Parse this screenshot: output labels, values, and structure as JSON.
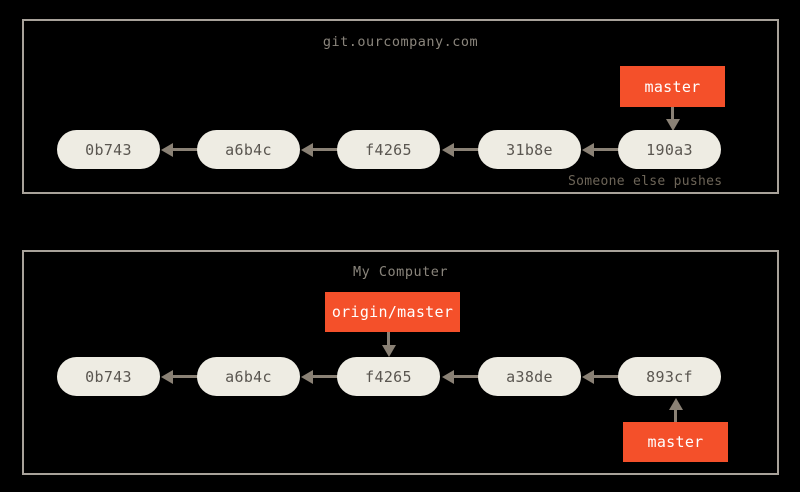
{
  "diagram": {
    "title_hidden": "",
    "accent_color": "#f4502a",
    "node_color": "#eeece3",
    "line_color": "#8a8175",
    "panel_border_color": "#a8a29a",
    "background_color": "#000000"
  },
  "panels": [
    {
      "id": "remote",
      "title": "git.ourcompany.com",
      "commits": [
        "0b743",
        "a6b4c",
        "f4265",
        "31b8e",
        "190a3"
      ],
      "refs": [
        {
          "label": "master",
          "points_to": "190a3",
          "position": "above"
        }
      ],
      "caption": "Someone else pushes"
    },
    {
      "id": "local",
      "title": "My Computer",
      "commits": [
        "0b743",
        "a6b4c",
        "f4265",
        "a38de",
        "893cf"
      ],
      "refs": [
        {
          "label": "origin/master",
          "points_to": "f4265",
          "position": "above"
        },
        {
          "label": "master",
          "points_to": "893cf",
          "position": "below"
        }
      ],
      "caption": ""
    }
  ]
}
